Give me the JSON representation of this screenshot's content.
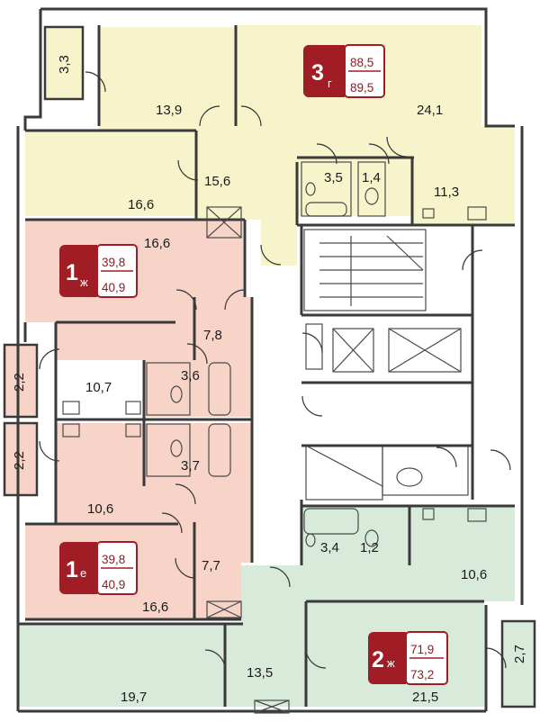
{
  "colors": {
    "apt3g": "#f7f4cc",
    "apt1zh": "#f7d3c8",
    "apt1e": "#f7d3c8",
    "apt2zh": "#d8ebdb",
    "badge": "#a01d26",
    "wall": "#3a3a3a"
  },
  "apartments": {
    "a3g": {
      "num": "3",
      "letter": "г",
      "area1": "88,5",
      "area2": "89,5"
    },
    "a1zh": {
      "num": "1",
      "letter": "ж",
      "area1": "39,8",
      "area2": "40,9"
    },
    "a1e": {
      "num": "1",
      "letter": "е",
      "area1": "39,8",
      "area2": "40,9"
    },
    "a2zh": {
      "num": "2",
      "letter": "ж",
      "area1": "71,9",
      "area2": "73,2"
    }
  },
  "rooms": {
    "r33": "3,3",
    "r139": "13,9",
    "r241": "24,1",
    "r166a": "16,6",
    "r156": "15,6",
    "r35": "3,5",
    "r14": "1,4",
    "r113": "11,3",
    "r166b": "16,6",
    "r78": "7,8",
    "r22a": "2,2",
    "r107": "10,7",
    "r36": "3,6",
    "r22b": "2,2",
    "r37": "3,7",
    "r106a": "10,6",
    "r34": "3,4",
    "r12": "1,2",
    "r77": "7,7",
    "r166c": "16,6",
    "r106b": "10,6",
    "r135": "13,5",
    "r197": "19,7",
    "r215": "21,5",
    "r27": "2,7"
  }
}
